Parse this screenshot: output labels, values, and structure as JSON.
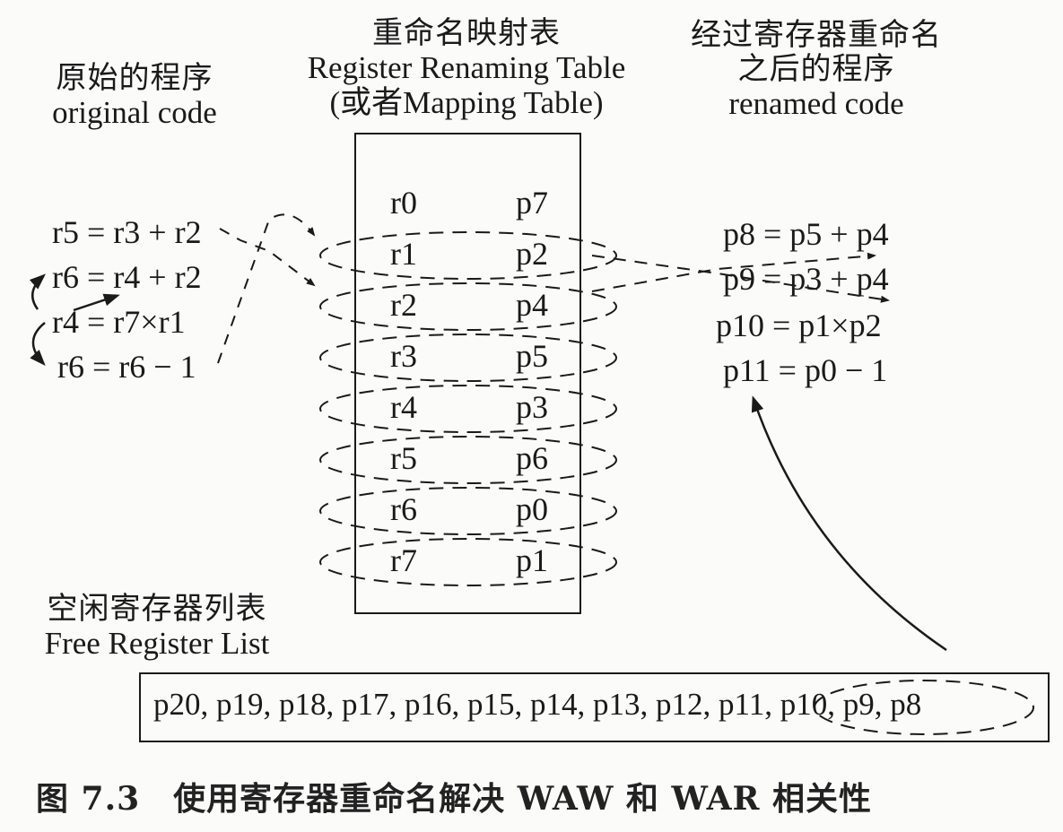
{
  "headers": {
    "original": {
      "zh": "原始的程序",
      "en": "original code"
    },
    "table": {
      "zh": "重命名映射表",
      "en": "Register Renaming Table",
      "alt": "(或者Mapping Table)"
    },
    "renamed": {
      "zh1": "经过寄存器重命名",
      "zh2": "之后的程序",
      "en": "renamed code"
    }
  },
  "original_code": [
    "r5 = r3 + r2",
    "r6 = r4 + r2",
    "r4 = r7×r1",
    "r6 = r6 − 1"
  ],
  "mapping_table": [
    {
      "arch": "r0",
      "phys": "p7"
    },
    {
      "arch": "r1",
      "phys": "p2"
    },
    {
      "arch": "r2",
      "phys": "p4"
    },
    {
      "arch": "r3",
      "phys": "p5"
    },
    {
      "arch": "r4",
      "phys": "p3"
    },
    {
      "arch": "r5",
      "phys": "p6"
    },
    {
      "arch": "r6",
      "phys": "p0"
    },
    {
      "arch": "r7",
      "phys": "p1"
    }
  ],
  "renamed_code": [
    "p8 = p5 + p4",
    "p9 = p3 + p4",
    "p10 = p1×p2",
    "p11 = p0 − 1"
  ],
  "free_list": {
    "zh": "空闲寄存器列表",
    "en": "Free Register List",
    "items": "p20, p19, p18, p17, p16, p15, p14, p13, p12, p11, p10, p9, p8",
    "highlighted": [
      "p11",
      "p10",
      "p9",
      "p8"
    ]
  },
  "caption": "图 7.3　使用寄存器重命名解决 WAW 和 WAR 相关性"
}
